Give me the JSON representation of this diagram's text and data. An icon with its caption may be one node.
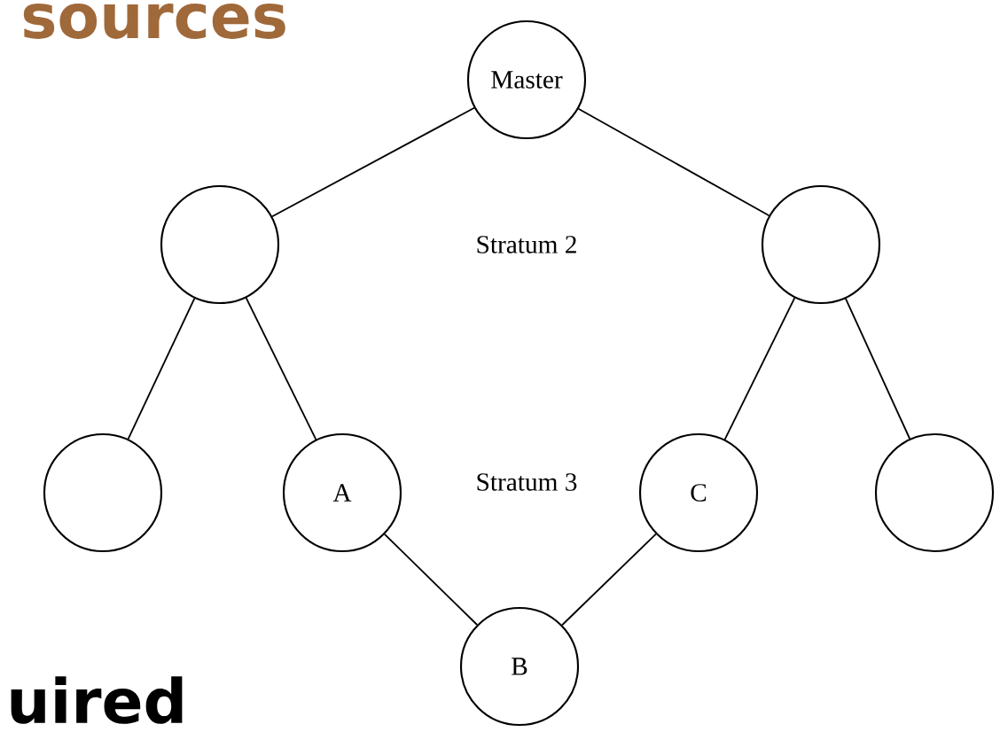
{
  "diagram": {
    "nodes": [
      {
        "text": [
          "Master"
        ]
      },
      {
        "text": [],
        "shape": "circle"
      },
      {
        "text": [],
        "shape": "circle"
      },
      {
        "text": [],
        "shape": "circle"
      },
      {
        "text": [
          "A"
        ]
      },
      {
        "text": [
          "C"
        ]
      },
      {
        "text": [],
        "shape": "circle"
      },
      {
        "text": [
          "B"
        ]
      }
    ],
    "edges": [
      {
        "from": 0,
        "to": 1,
        "arrow": "none"
      },
      {
        "from": 0,
        "to": 2,
        "arrow": "none"
      },
      {
        "from": 1,
        "to": 3,
        "arrow": "none"
      },
      {
        "from": 1,
        "to": 4,
        "arrow": "none"
      },
      {
        "from": 2,
        "to": 5,
        "arrow": "none"
      },
      {
        "from": 2,
        "to": 6,
        "arrow": "none"
      },
      {
        "from": 4,
        "to": 7,
        "arrow": "none"
      },
      {
        "from": 5,
        "to": 7,
        "arrow": "none"
      }
    ],
    "labels": [
      "sources",
      "Stratum 2",
      "Stratum 3",
      "uired"
    ]
  }
}
